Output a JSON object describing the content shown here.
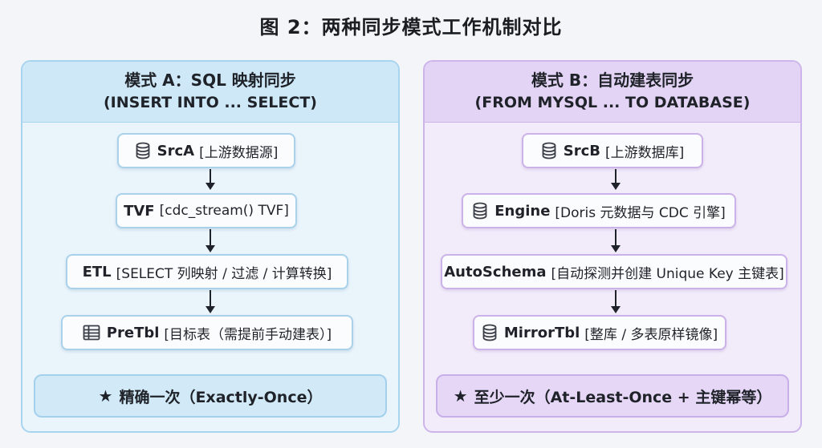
{
  "title": "图 2：两种同步模式工作机制对比",
  "mode_a": {
    "heading": "模式 A：SQL 映射同步",
    "subheading": "(INSERT INTO ... SELECT)",
    "nodes": [
      {
        "key": "SrcA",
        "desc": "[上游数据源]",
        "icon": "database-icon"
      },
      {
        "key": "TVF",
        "desc": "[cdc_stream() TVF]",
        "icon": ""
      },
      {
        "key": "ETL",
        "desc": "[SELECT 列映射 / 过滤 / 计算转换]",
        "icon": ""
      },
      {
        "key": "PreTbl",
        "desc": "[目标表（需提前手动建表）]",
        "icon": "table-icon"
      }
    ],
    "result": {
      "star": "★",
      "text": "精确一次（Exactly-Once）"
    }
  },
  "mode_b": {
    "heading": "模式 B：自动建表同步",
    "subheading": "(FROM MYSQL ... TO DATABASE)",
    "nodes": [
      {
        "key": "SrcB",
        "desc": "[上游数据库]",
        "icon": "database-icon"
      },
      {
        "key": "Engine",
        "desc": "[Doris 元数据与 CDC 引擎]",
        "icon": "database-icon"
      },
      {
        "key": "AutoSchema",
        "desc": "[自动探测并创建 Unique Key 主键表]",
        "icon": ""
      },
      {
        "key": "MirrorTbl",
        "desc": "[整库 / 多表原样镜像]",
        "icon": "database-icon"
      }
    ],
    "result": {
      "star": "★",
      "text": "至少一次（At-Least-Once + 主键幂等）"
    }
  }
}
